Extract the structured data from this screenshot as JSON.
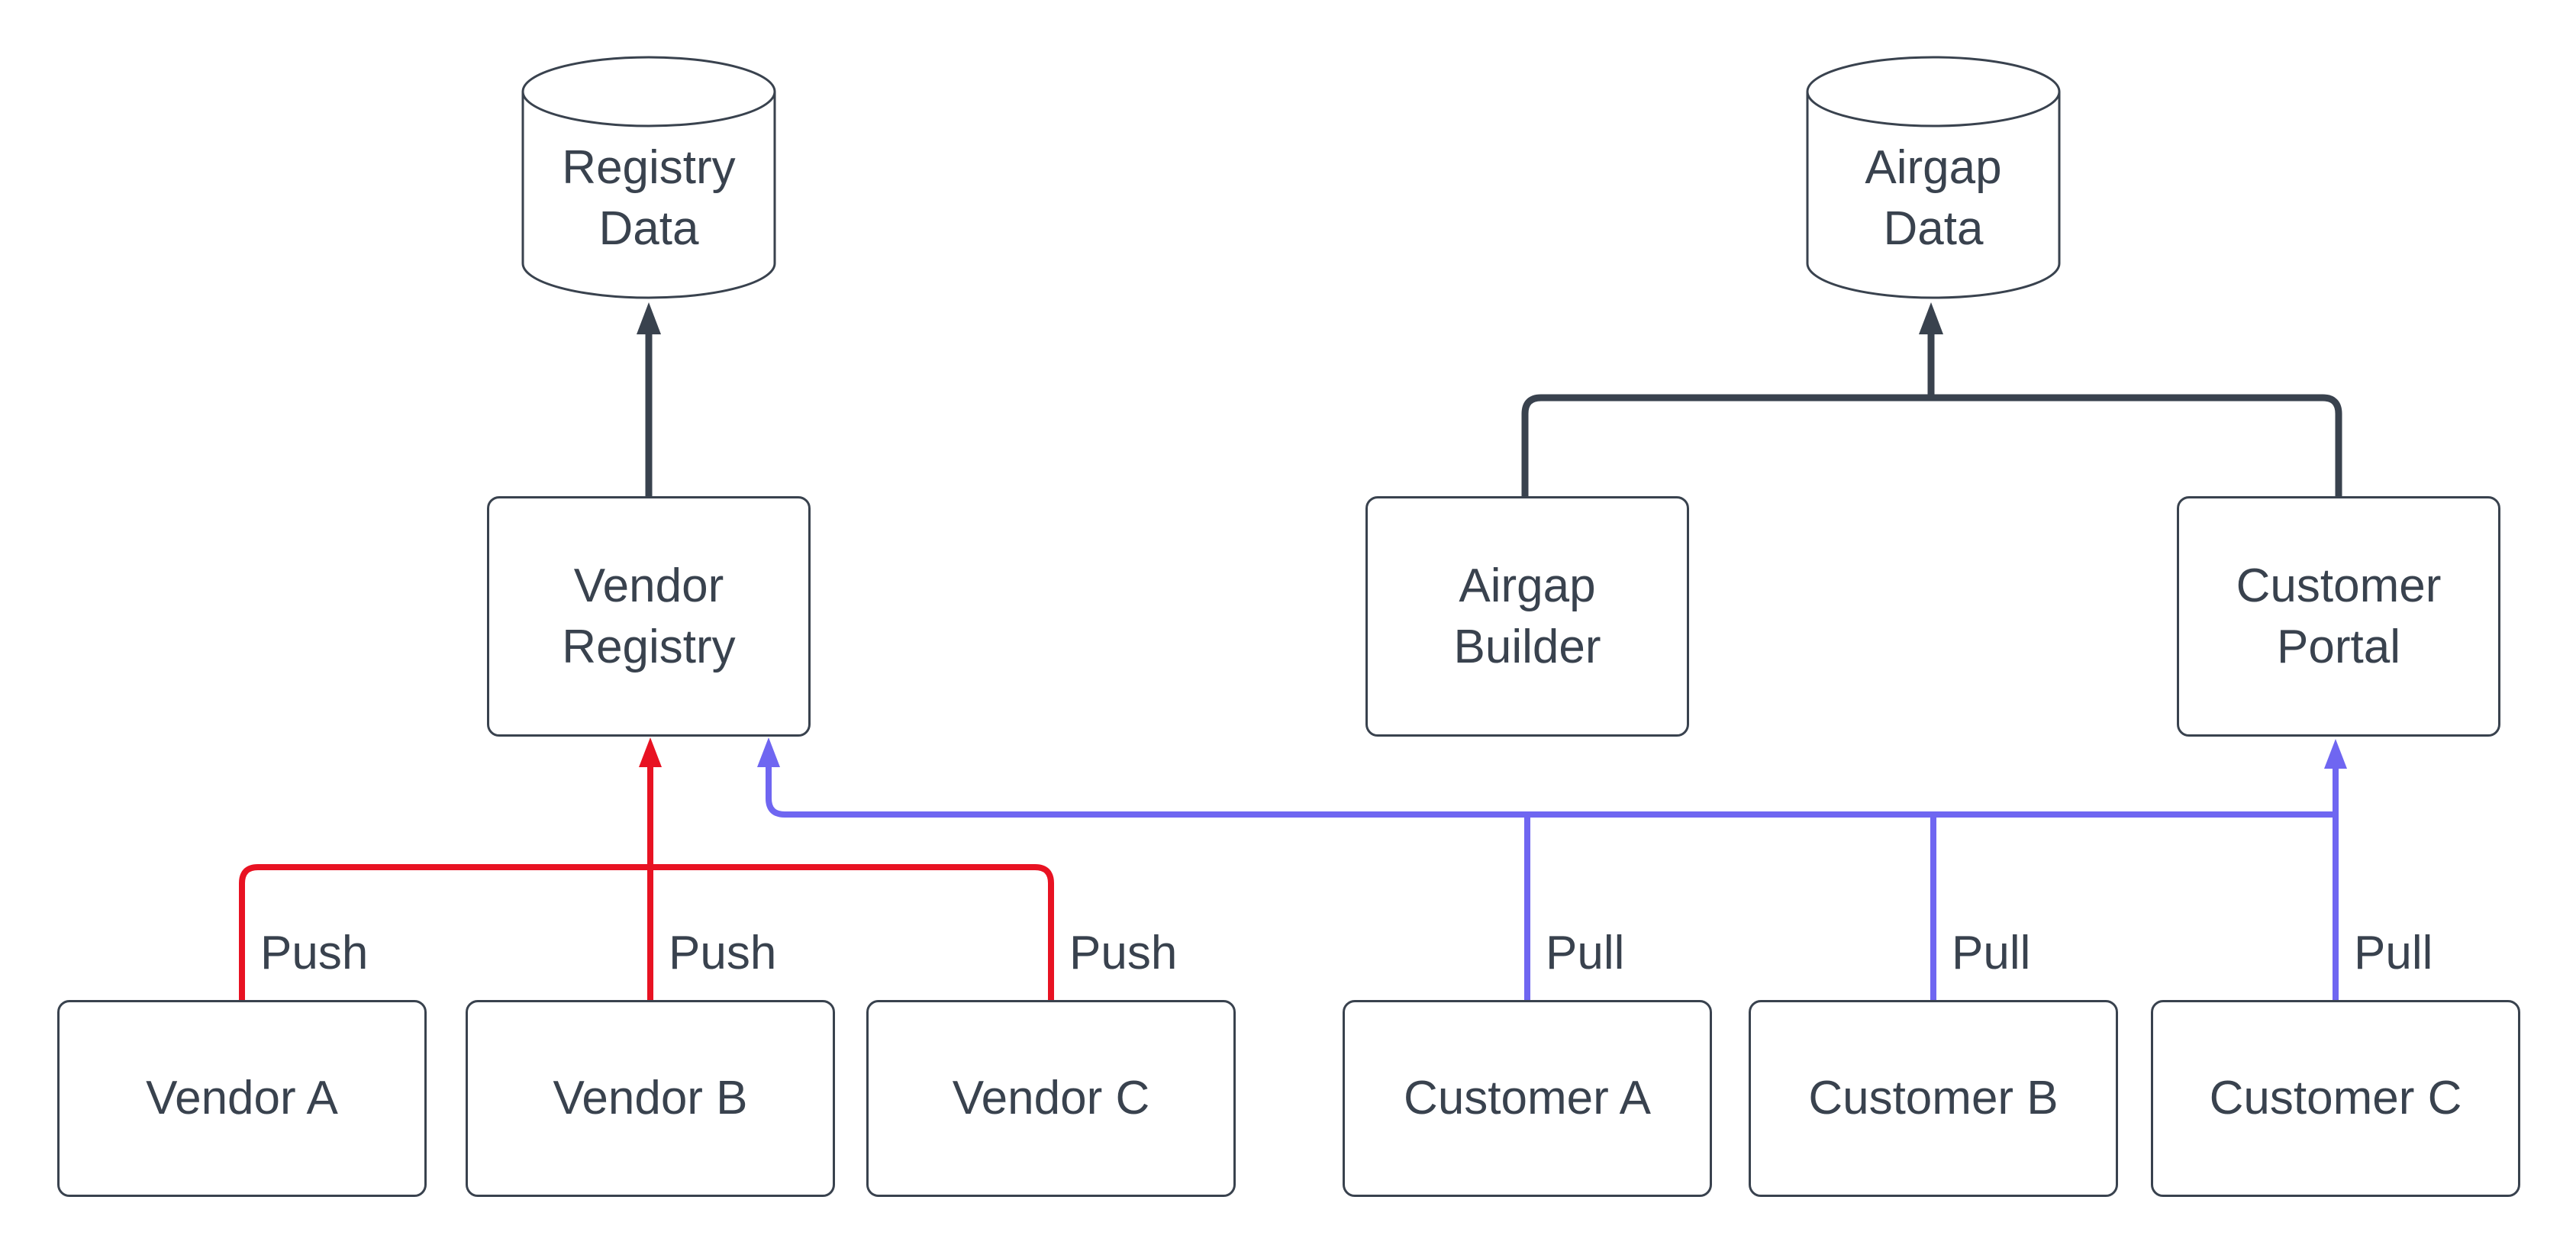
{
  "colors": {
    "background": "#ffffff",
    "dark": "#39424e",
    "push": "#e81222",
    "pull": "#6f66f1"
  },
  "nodes": {
    "registry_data": {
      "label": "Registry\nData",
      "shape": "cylinder"
    },
    "airgap_data": {
      "label": "Airgap\nData",
      "shape": "cylinder"
    },
    "vendor_registry": {
      "label": "Vendor\nRegistry",
      "shape": "rounded-rect"
    },
    "airgap_builder": {
      "label": "Airgap\nBuilder",
      "shape": "rounded-rect"
    },
    "customer_portal": {
      "label": "Customer\nPortal",
      "shape": "rounded-rect"
    },
    "vendor_a": {
      "label": "Vendor A",
      "shape": "rounded-rect"
    },
    "vendor_b": {
      "label": "Vendor B",
      "shape": "rounded-rect"
    },
    "vendor_c": {
      "label": "Vendor C",
      "shape": "rounded-rect"
    },
    "customer_a": {
      "label": "Customer A",
      "shape": "rounded-rect"
    },
    "customer_b": {
      "label": "Customer B",
      "shape": "rounded-rect"
    },
    "customer_c": {
      "label": "Customer C",
      "shape": "rounded-rect"
    }
  },
  "edge_labels": {
    "push_a": "Push",
    "push_b": "Push",
    "push_c": "Push",
    "pull_a": "Pull",
    "pull_b": "Pull",
    "pull_c": "Pull"
  }
}
